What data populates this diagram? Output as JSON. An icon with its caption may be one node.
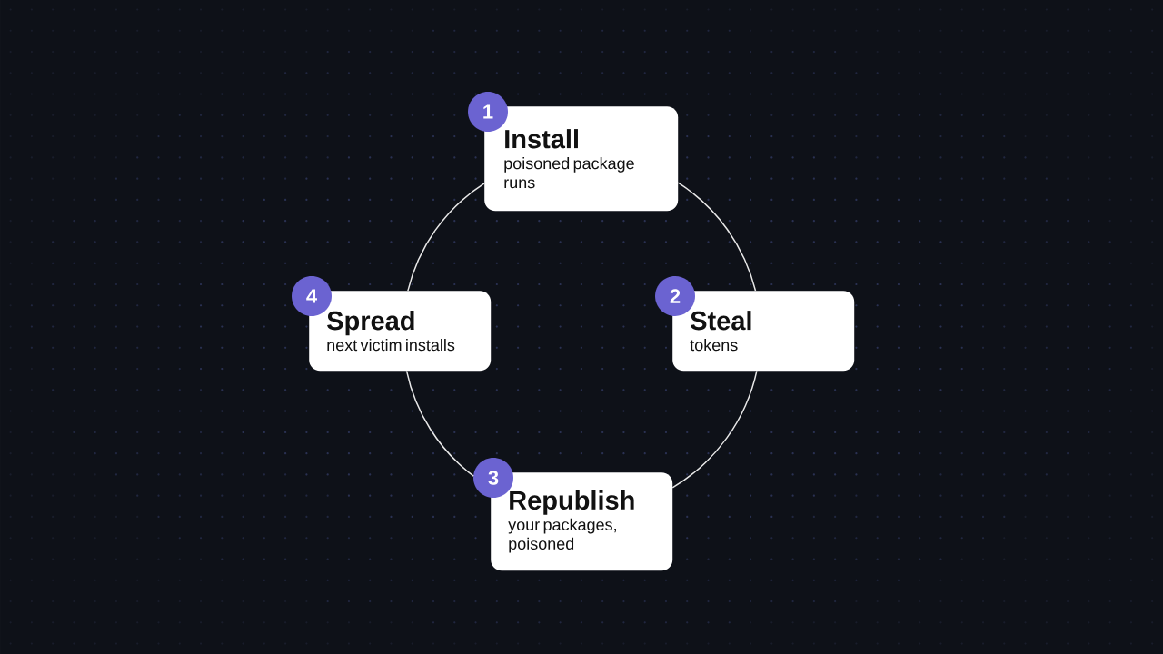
{
  "diagram": {
    "nodes": [
      {
        "text": [
          "1",
          "Install",
          "poisoned package runs"
        ]
      },
      {
        "text": [
          "2",
          "Steal",
          "tokens"
        ]
      },
      {
        "text": [
          "3",
          "Republish",
          "your packages, poisoned"
        ]
      },
      {
        "text": [
          "4",
          "Spread",
          "next victim installs"
        ]
      }
    ],
    "edges": [
      {
        "from": 0,
        "to": 1,
        "arrow": "none"
      },
      {
        "from": 1,
        "to": 2,
        "arrow": "none"
      },
      {
        "from": 2,
        "to": 3,
        "arrow": "none"
      },
      {
        "from": 3,
        "to": 0,
        "arrow": "none"
      }
    ]
  }
}
